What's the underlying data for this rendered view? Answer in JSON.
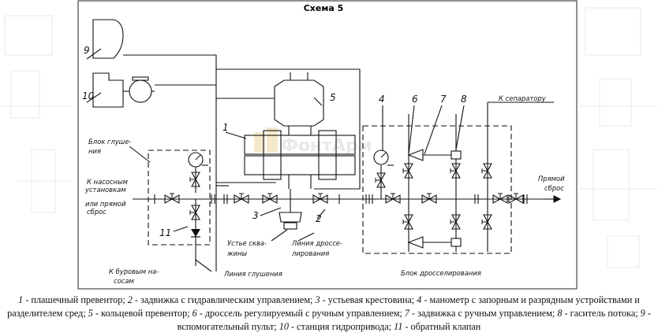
{
  "scheme_title": "Схема  5",
  "watermark": "ФонтАрм",
  "numbers": {
    "n1": "1",
    "n2": "2",
    "n3": "3",
    "n4": "4",
    "n5": "5",
    "n6": "6",
    "n7": "7",
    "n8": "8",
    "n9": "9",
    "n10": "10",
    "n11": "11"
  },
  "labels": {
    "blok_glush_1": "Блок глуше-",
    "blok_glush_2": "ния",
    "k_nasos_1": "К насосным",
    "k_nasos_2": "установкам",
    "k_nasos_3": "или прямой",
    "k_nasos_4": "сброс",
    "k_burovym_1": "К буровым на-",
    "k_burovym_2": "сосам",
    "ustie_1": "Устье сква-",
    "ustie_2": "жины",
    "liniya_dross_1": "Линия дроссе-",
    "liniya_dross_2": "лирования",
    "liniya_glush": "Линия глушения",
    "blok_dross": "Блок дросселирования",
    "k_separatoru": "К сепаратору",
    "pryamoy_1": "Прямой",
    "pryamoy_2": "сброс"
  },
  "caption": [
    {
      "num": "1",
      "text": " - плашечный превентор; "
    },
    {
      "num": "2",
      "text": " - задвижка с гидравлическим управлением; "
    },
    {
      "num": "3",
      "text": " - устьевая крестовина; "
    },
    {
      "num": "4",
      "text": " - манометр с запорным и разрядным устройствами и разделителем сред; "
    },
    {
      "num": "5",
      "text": " - кольцевой превентор; "
    },
    {
      "num": "6",
      "text": " - дроссель регулируемый с ручным управлением; "
    },
    {
      "num": "7",
      "text": " - задвижка с ручным управлением; "
    },
    {
      "num": "8",
      "text": " - гаситель потока; "
    },
    {
      "num": "9",
      "text": " - вспомогательный пульт; "
    },
    {
      "num": "10",
      "text": " - станция гидропривода; "
    },
    {
      "num": "11",
      "text": " - обратный клапан"
    }
  ]
}
